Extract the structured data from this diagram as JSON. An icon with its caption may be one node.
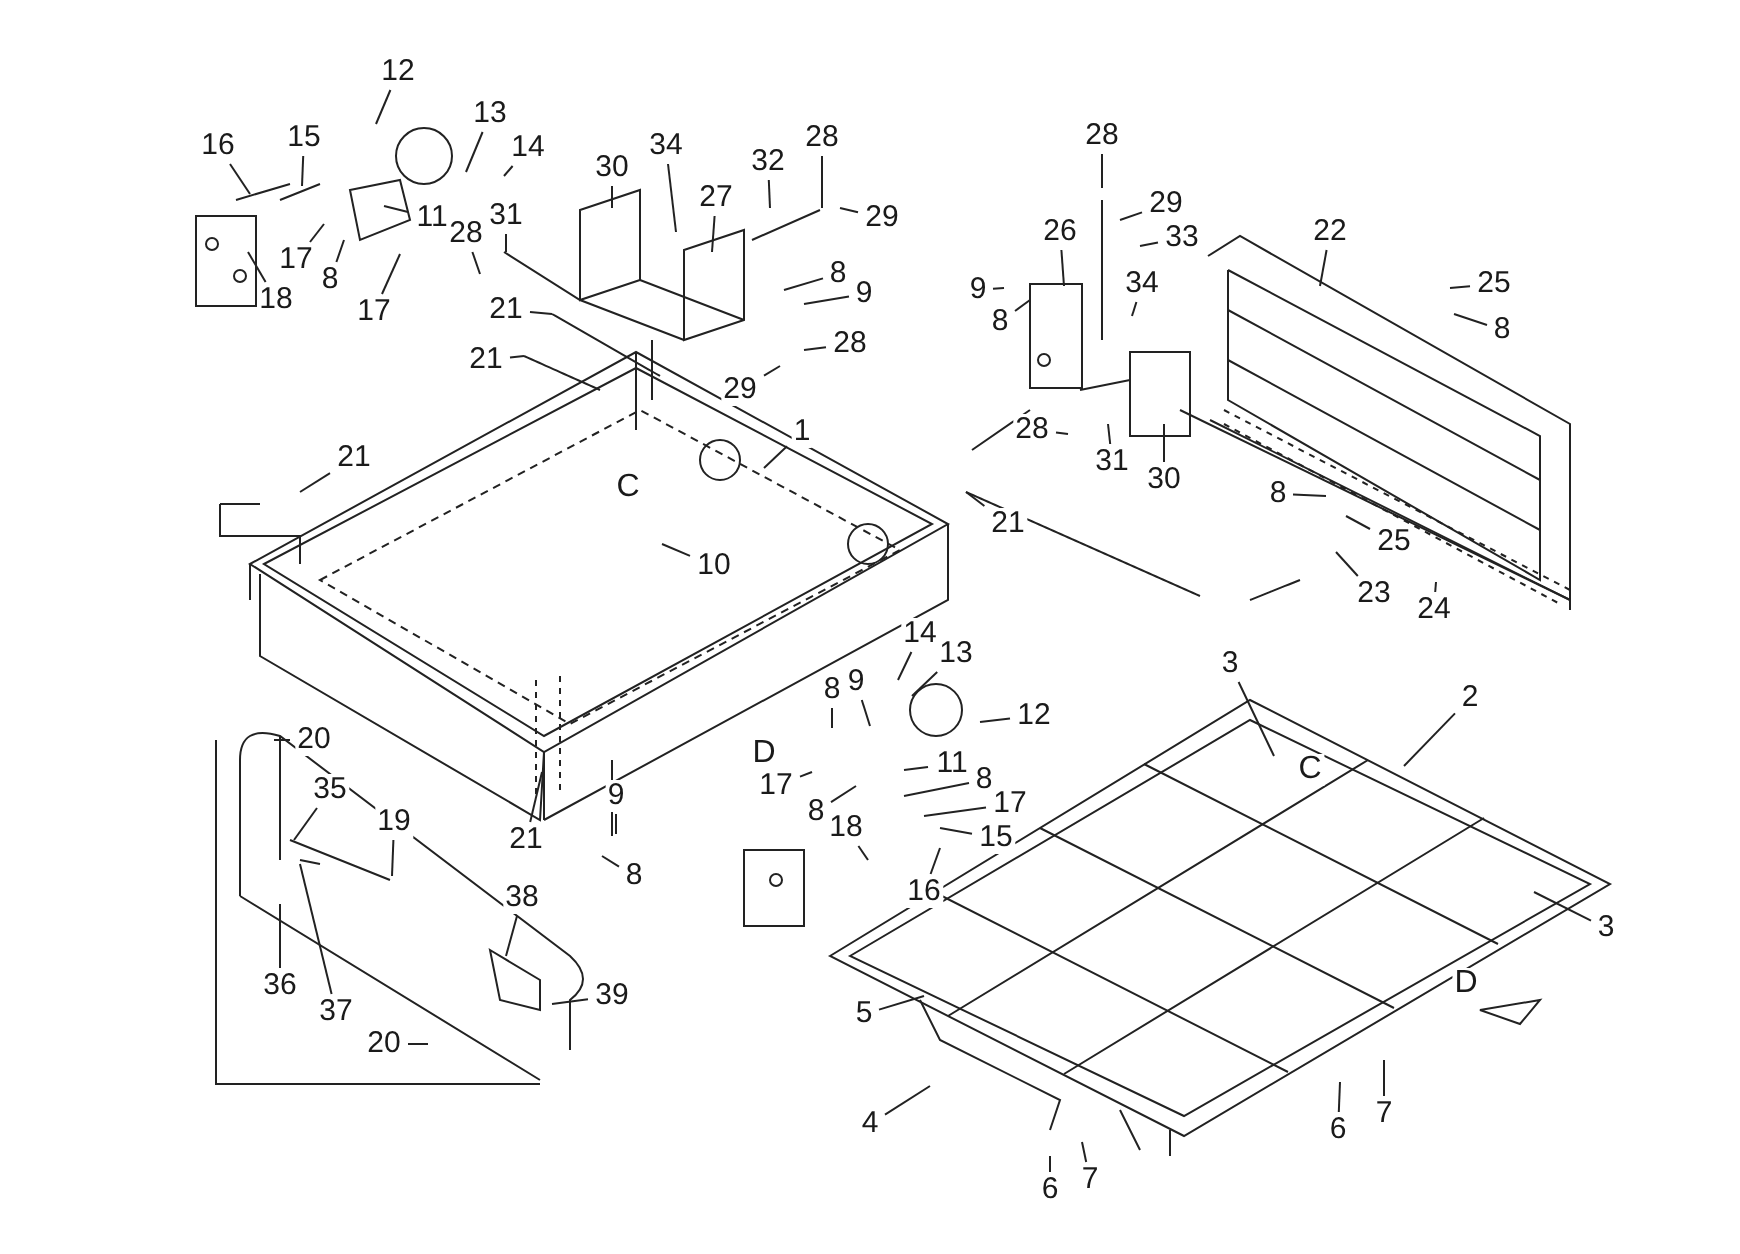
{
  "diagram": {
    "nodes": [
      {
        "text": [
          "12"
        ]
      },
      {
        "text": [
          "13"
        ]
      },
      {
        "text": [
          "14"
        ]
      },
      {
        "text": [
          "16"
        ]
      },
      {
        "text": [
          "15"
        ]
      },
      {
        "text": [
          "11"
        ]
      },
      {
        "text": [
          "17"
        ]
      },
      {
        "text": [
          "8"
        ]
      },
      {
        "text": [
          "17"
        ]
      },
      {
        "text": [
          "18"
        ]
      },
      {
        "text": [
          "30"
        ]
      },
      {
        "text": [
          "34"
        ]
      },
      {
        "text": [
          "27"
        ]
      },
      {
        "text": [
          "32"
        ]
      },
      {
        "text": [
          "28"
        ]
      },
      {
        "text": [
          "29"
        ]
      },
      {
        "text": [
          "31"
        ]
      },
      {
        "text": [
          "28"
        ]
      },
      {
        "text": [
          "8"
        ]
      },
      {
        "text": [
          "9"
        ]
      },
      {
        "text": [
          "28"
        ]
      },
      {
        "text": [
          "29"
        ]
      },
      {
        "text": [
          "21"
        ]
      },
      {
        "text": [
          "21"
        ]
      },
      {
        "text": [
          "28"
        ]
      },
      {
        "text": [
          "29"
        ]
      },
      {
        "text": [
          "26"
        ]
      },
      {
        "text": [
          "33"
        ]
      },
      {
        "text": [
          "9"
        ]
      },
      {
        "text": [
          "8"
        ]
      },
      {
        "text": [
          "34"
        ]
      },
      {
        "text": [
          "22"
        ]
      },
      {
        "text": [
          "25"
        ]
      },
      {
        "text": [
          "8"
        ]
      },
      {
        "text": [
          "28"
        ]
      },
      {
        "text": [
          "31"
        ]
      },
      {
        "text": [
          "30"
        ]
      },
      {
        "text": [
          "21"
        ]
      },
      {
        "text": [
          "1"
        ]
      },
      {
        "text": [
          "10"
        ]
      },
      {
        "text": [
          "21"
        ]
      },
      {
        "text": [
          "8"
        ]
      },
      {
        "text": [
          "25"
        ]
      },
      {
        "text": [
          "23"
        ]
      },
      {
        "text": [
          "24"
        ]
      },
      {
        "text": [
          "3"
        ]
      },
      {
        "text": [
          "2"
        ]
      },
      {
        "text": [
          "3"
        ]
      },
      {
        "text": [
          "14"
        ]
      },
      {
        "text": [
          "13"
        ]
      },
      {
        "text": [
          "12"
        ]
      },
      {
        "text": [
          "8"
        ]
      },
      {
        "text": [
          "9"
        ]
      },
      {
        "text": [
          "11"
        ]
      },
      {
        "text": [
          "17"
        ]
      },
      {
        "text": [
          "8"
        ]
      },
      {
        "text": [
          "8"
        ]
      },
      {
        "text": [
          "17"
        ]
      },
      {
        "text": [
          "15"
        ]
      },
      {
        "text": [
          "18"
        ]
      },
      {
        "text": [
          "16"
        ]
      },
      {
        "text": [
          "9"
        ]
      },
      {
        "text": [
          "8"
        ]
      },
      {
        "text": [
          "20"
        ]
      },
      {
        "text": [
          "35"
        ]
      },
      {
        "text": [
          "19"
        ]
      },
      {
        "text": [
          "36"
        ]
      },
      {
        "text": [
          "37"
        ]
      },
      {
        "text": [
          "21"
        ]
      },
      {
        "text": [
          "38"
        ]
      },
      {
        "text": [
          "39"
        ]
      },
      {
        "text": [
          "20"
        ]
      },
      {
        "text": [
          "5"
        ]
      },
      {
        "text": [
          "4"
        ]
      },
      {
        "text": [
          "6"
        ]
      },
      {
        "text": [
          "7"
        ]
      },
      {
        "text": [
          "6"
        ]
      },
      {
        "text": [
          "7"
        ]
      }
    ],
    "edges": [
      {
        "from": 0,
        "to": null,
        "arrow": "none"
      },
      {
        "from": 1,
        "to": null,
        "arrow": "none"
      },
      {
        "from": 2,
        "to": null,
        "arrow": "none"
      },
      {
        "from": 3,
        "to": null,
        "arrow": "none"
      },
      {
        "from": 4,
        "to": null,
        "arrow": "none"
      },
      {
        "from": 5,
        "to": null,
        "arrow": "none"
      },
      {
        "from": 6,
        "to": null,
        "arrow": "none"
      },
      {
        "from": 7,
        "to": null,
        "arrow": "none"
      },
      {
        "from": 8,
        "to": null,
        "arrow": "none"
      },
      {
        "from": 9,
        "to": null,
        "arrow": "none"
      },
      {
        "from": 10,
        "to": null,
        "arrow": "none"
      },
      {
        "from": 11,
        "to": null,
        "arrow": "none"
      },
      {
        "from": 12,
        "to": null,
        "arrow": "none"
      },
      {
        "from": 13,
        "to": null,
        "arrow": "none"
      },
      {
        "from": 14,
        "to": null,
        "arrow": "none"
      },
      {
        "from": 15,
        "to": null,
        "arrow": "none"
      },
      {
        "from": 16,
        "to": null,
        "arrow": "none"
      },
      {
        "from": 17,
        "to": null,
        "arrow": "none"
      },
      {
        "from": 18,
        "to": null,
        "arrow": "none"
      },
      {
        "from": 19,
        "to": null,
        "arrow": "none"
      },
      {
        "from": 20,
        "to": null,
        "arrow": "none"
      },
      {
        "from": 21,
        "to": null,
        "arrow": "none"
      },
      {
        "from": 22,
        "to": null,
        "arrow": "none"
      },
      {
        "from": 23,
        "to": null,
        "arrow": "none"
      },
      {
        "from": 24,
        "to": null,
        "arrow": "none"
      },
      {
        "from": 25,
        "to": null,
        "arrow": "none"
      },
      {
        "from": 26,
        "to": null,
        "arrow": "none"
      },
      {
        "from": 27,
        "to": null,
        "arrow": "none"
      },
      {
        "from": 28,
        "to": null,
        "arrow": "none"
      },
      {
        "from": 29,
        "to": null,
        "arrow": "none"
      },
      {
        "from": 30,
        "to": null,
        "arrow": "none"
      },
      {
        "from": 31,
        "to": null,
        "arrow": "none"
      },
      {
        "from": 32,
        "to": null,
        "arrow": "none"
      },
      {
        "from": 33,
        "to": null,
        "arrow": "none"
      },
      {
        "from": 34,
        "to": null,
        "arrow": "none"
      },
      {
        "from": 35,
        "to": null,
        "arrow": "none"
      },
      {
        "from": 36,
        "to": null,
        "arrow": "none"
      },
      {
        "from": 37,
        "to": null,
        "arrow": "none"
      },
      {
        "from": 38,
        "to": null,
        "arrow": "none"
      },
      {
        "from": 39,
        "to": null,
        "arrow": "none"
      },
      {
        "from": 40,
        "to": null,
        "arrow": "none"
      },
      {
        "from": 41,
        "to": null,
        "arrow": "none"
      },
      {
        "from": 42,
        "to": null,
        "arrow": "none"
      },
      {
        "from": 43,
        "to": null,
        "arrow": "none"
      },
      {
        "from": 44,
        "to": null,
        "arrow": "none"
      },
      {
        "from": 45,
        "to": null,
        "arrow": "none"
      },
      {
        "from": 46,
        "to": null,
        "arrow": "none"
      },
      {
        "from": 47,
        "to": null,
        "arrow": "none"
      },
      {
        "from": 48,
        "to": null,
        "arrow": "none"
      },
      {
        "from": 49,
        "to": null,
        "arrow": "none"
      },
      {
        "from": 50,
        "to": null,
        "arrow": "none"
      },
      {
        "from": 51,
        "to": null,
        "arrow": "none"
      },
      {
        "from": 52,
        "to": null,
        "arrow": "none"
      },
      {
        "from": 53,
        "to": null,
        "arrow": "none"
      },
      {
        "from": 54,
        "to": null,
        "arrow": "none"
      },
      {
        "from": 55,
        "to": null,
        "arrow": "none"
      },
      {
        "from": 56,
        "to": null,
        "arrow": "none"
      },
      {
        "from": 57,
        "to": null,
        "arrow": "none"
      },
      {
        "from": 58,
        "to": null,
        "arrow": "none"
      },
      {
        "from": 59,
        "to": null,
        "arrow": "none"
      },
      {
        "from": 60,
        "to": null,
        "arrow": "none"
      },
      {
        "from": 61,
        "to": null,
        "arrow": "none"
      },
      {
        "from": 62,
        "to": null,
        "arrow": "none"
      },
      {
        "from": 63,
        "to": null,
        "arrow": "none"
      },
      {
        "from": 64,
        "to": null,
        "arrow": "none"
      },
      {
        "from": 65,
        "to": null,
        "arrow": "none"
      },
      {
        "from": 66,
        "to": null,
        "arrow": "none"
      },
      {
        "from": 67,
        "to": null,
        "arrow": "none"
      },
      {
        "from": 68,
        "to": null,
        "arrow": "none"
      },
      {
        "from": 69,
        "to": null,
        "arrow": "none"
      },
      {
        "from": 70,
        "to": null,
        "arrow": "none"
      },
      {
        "from": 71,
        "to": null,
        "arrow": "none"
      },
      {
        "from": 72,
        "to": null,
        "arrow": "none"
      },
      {
        "from": 73,
        "to": null,
        "arrow": "none"
      },
      {
        "from": 74,
        "to": null,
        "arrow": "none"
      },
      {
        "from": 75,
        "to": null,
        "arrow": "none"
      },
      {
        "from": 76,
        "to": null,
        "arrow": "none"
      },
      {
        "from": 77,
        "to": null,
        "arrow": "none"
      }
    ],
    "labels": [
      "C",
      "D",
      "C",
      "D"
    ]
  }
}
